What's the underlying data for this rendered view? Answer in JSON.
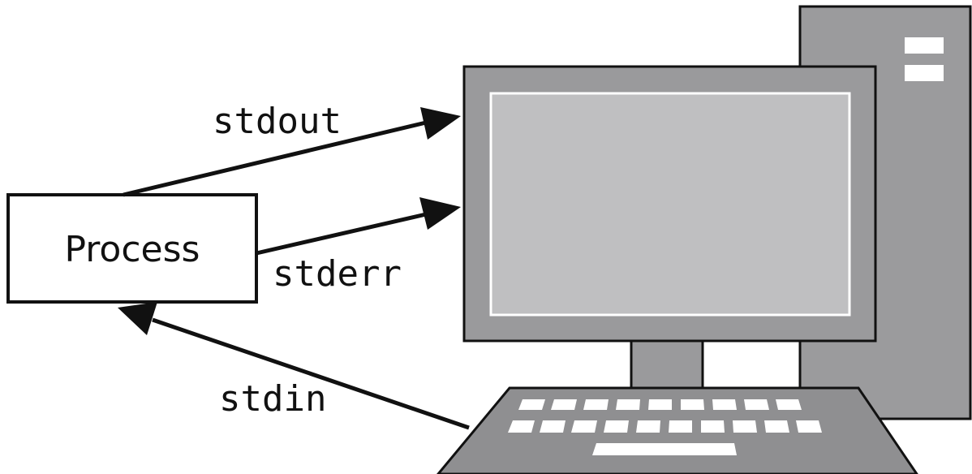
{
  "process": {
    "label": "Process"
  },
  "streams": {
    "stdout": "stdout",
    "stderr": "stderr",
    "stdin": "stdin"
  },
  "colors": {
    "tower": "#9b9b9d",
    "monitor_bezel": "#9a9a9c",
    "screen": "#bfbfc1",
    "keyboard": "#8f8f91",
    "keys": "#ffffff",
    "stroke": "#111111"
  }
}
